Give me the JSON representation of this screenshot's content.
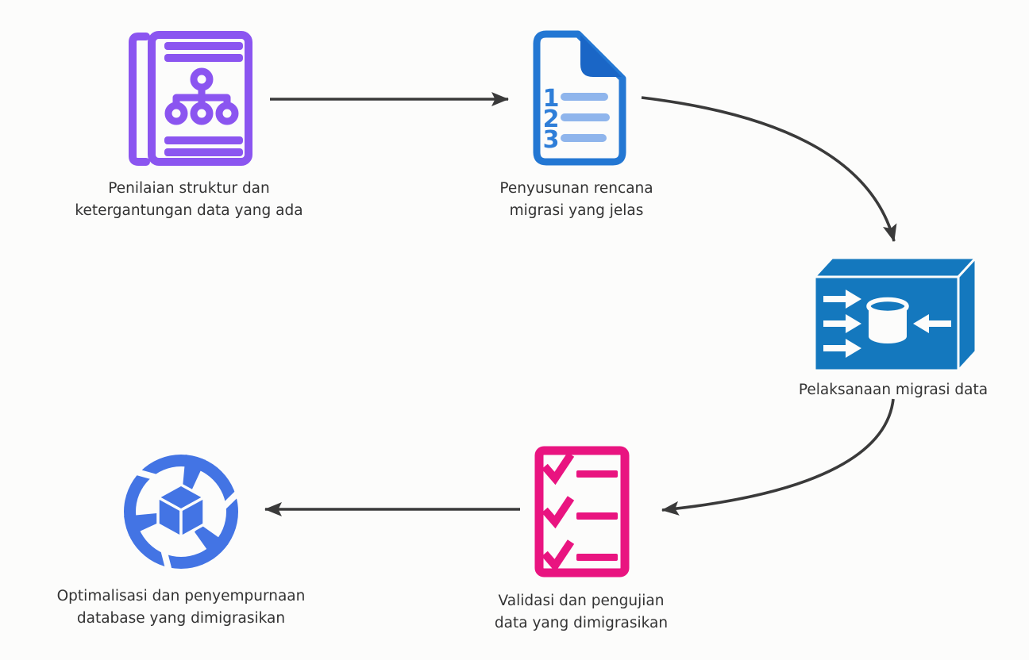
{
  "diagram": {
    "title": "Data migration process flow",
    "background_color": "#fcfcfb",
    "arrow_color": "#3a3a3a",
    "steps": [
      {
        "id": 1,
        "label": "Penilaian struktur dan\nketergantungan data yang ada",
        "icon": "document-hierarchy-icon",
        "color": "#8B55F0"
      },
      {
        "id": 2,
        "label": "Penyusunan rencana\nmigrasi yang jelas",
        "icon": "numbered-list-document-icon",
        "color": "#2377D3",
        "list_numbers": [
          "1",
          "2",
          "3"
        ]
      },
      {
        "id": 3,
        "label": "Pelaksanaan migrasi data",
        "icon": "database-migration-box-icon",
        "color": "#1478BE"
      },
      {
        "id": 4,
        "label": "Validasi dan pengujian\ndata yang dimigrasikan",
        "icon": "checklist-icon",
        "color": "#E91480"
      },
      {
        "id": 5,
        "label": "Optimalisasi dan penyempurnaan\ndatabase yang dimigrasikan",
        "icon": "cube-aperture-icon",
        "color": "#4374E4"
      }
    ],
    "connections": [
      {
        "from": 1,
        "to": 2
      },
      {
        "from": 2,
        "to": 3
      },
      {
        "from": 3,
        "to": 4
      },
      {
        "from": 4,
        "to": 5
      }
    ]
  }
}
